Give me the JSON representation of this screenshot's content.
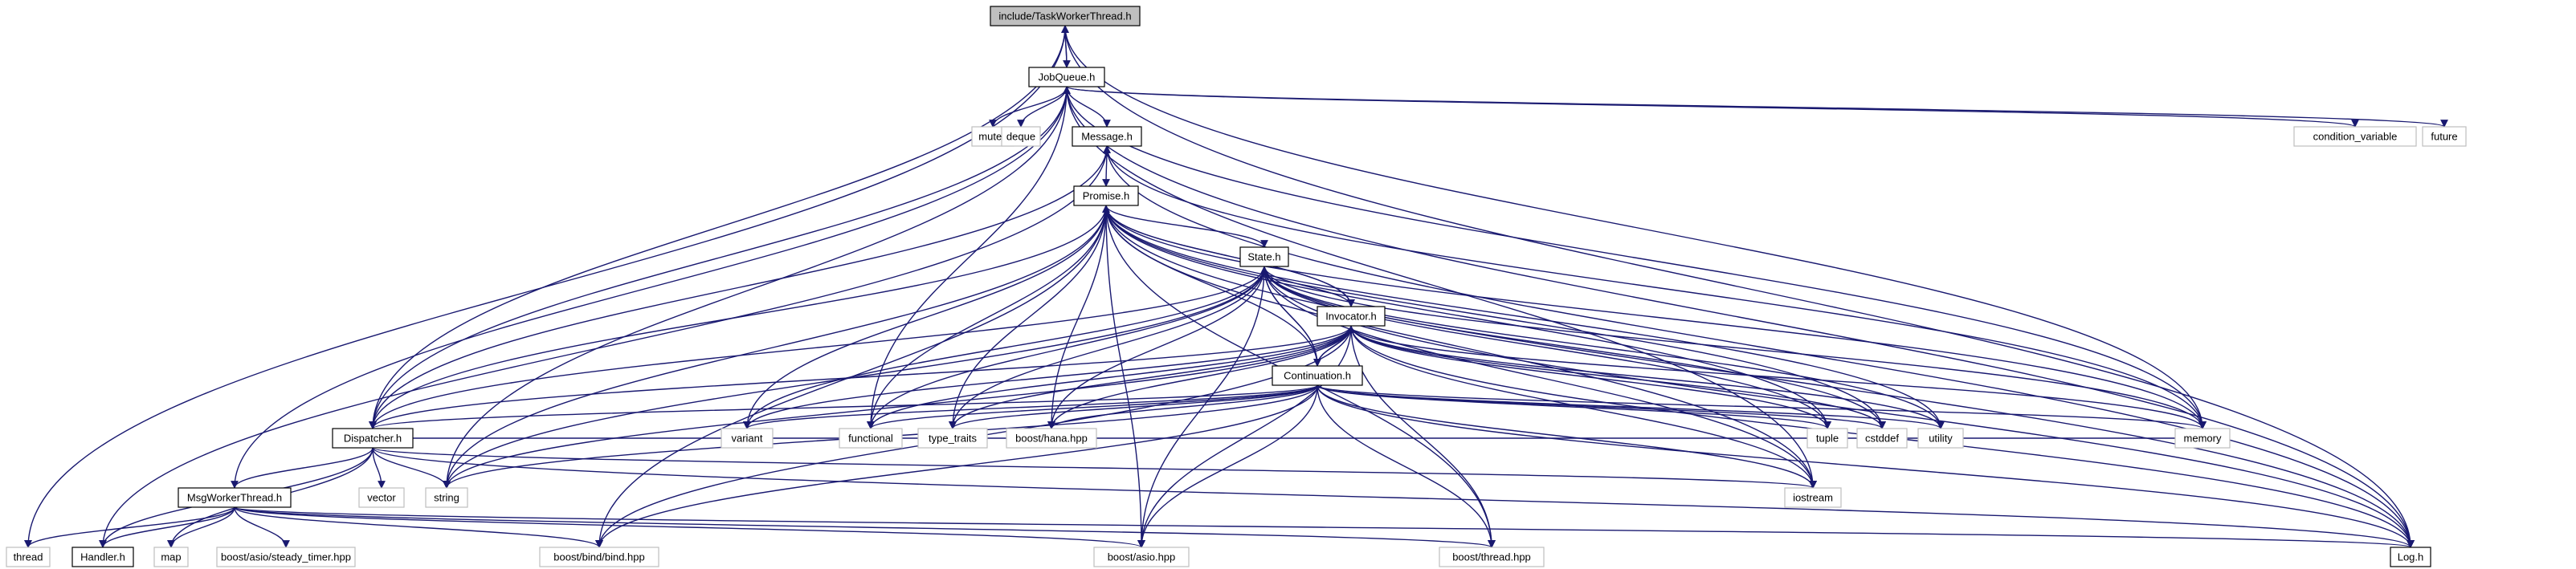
{
  "nodes": [
    {
      "id": "taskworker",
      "label": "include/TaskWorkerThread.h",
      "kind": "root"
    },
    {
      "id": "jobqueue",
      "label": "JobQueue.h",
      "kind": "doc"
    },
    {
      "id": "message",
      "label": "Message.h",
      "kind": "doc"
    },
    {
      "id": "promise",
      "label": "Promise.h",
      "kind": "doc"
    },
    {
      "id": "state",
      "label": "State.h",
      "kind": "doc"
    },
    {
      "id": "invocator",
      "label": "Invocator.h",
      "kind": "doc"
    },
    {
      "id": "continuation",
      "label": "Continuation.h",
      "kind": "doc"
    },
    {
      "id": "dispatcher",
      "label": "Dispatcher.h",
      "kind": "doc"
    },
    {
      "id": "msgworker",
      "label": "MsgWorkerThread.h",
      "kind": "doc"
    },
    {
      "id": "handler",
      "label": "Handler.h",
      "kind": "doc"
    },
    {
      "id": "log",
      "label": "Log.h",
      "kind": "doc"
    },
    {
      "id": "thread",
      "label": "thread",
      "kind": "ext"
    },
    {
      "id": "mutex",
      "label": "mutex",
      "kind": "ext"
    },
    {
      "id": "deque",
      "label": "deque",
      "kind": "ext"
    },
    {
      "id": "condvar",
      "label": "condition_variable",
      "kind": "ext"
    },
    {
      "id": "future",
      "label": "future",
      "kind": "ext"
    },
    {
      "id": "memory",
      "label": "memory",
      "kind": "ext"
    },
    {
      "id": "functional",
      "label": "functional",
      "kind": "ext"
    },
    {
      "id": "typetraits",
      "label": "type_traits",
      "kind": "ext"
    },
    {
      "id": "hana",
      "label": "boost/hana.hpp",
      "kind": "ext"
    },
    {
      "id": "variant",
      "label": "variant",
      "kind": "ext"
    },
    {
      "id": "tuple",
      "label": "tuple",
      "kind": "ext"
    },
    {
      "id": "cstddef",
      "label": "cstddef",
      "kind": "ext"
    },
    {
      "id": "utility",
      "label": "utility",
      "kind": "ext"
    },
    {
      "id": "string",
      "label": "string",
      "kind": "ext"
    },
    {
      "id": "iostream",
      "label": "iostream",
      "kind": "ext"
    },
    {
      "id": "vector",
      "label": "vector",
      "kind": "ext"
    },
    {
      "id": "map",
      "label": "map",
      "kind": "ext"
    },
    {
      "id": "steadytimer",
      "label": "boost/asio/steady_timer.hpp",
      "kind": "ext"
    },
    {
      "id": "bind",
      "label": "boost/bind/bind.hpp",
      "kind": "ext"
    },
    {
      "id": "asio",
      "label": "boost/asio.hpp",
      "kind": "ext"
    },
    {
      "id": "boostthread",
      "label": "boost/thread.hpp",
      "kind": "ext"
    }
  ],
  "edges": [
    [
      "taskworker",
      "jobqueue"
    ],
    [
      "taskworker",
      "thread"
    ],
    [
      "taskworker",
      "memory"
    ],
    [
      "taskworker",
      "log"
    ],
    [
      "jobqueue",
      "taskworker"
    ],
    [
      "jobqueue",
      "mutex"
    ],
    [
      "jobqueue",
      "deque"
    ],
    [
      "jobqueue",
      "message"
    ],
    [
      "jobqueue",
      "condvar"
    ],
    [
      "jobqueue",
      "future"
    ],
    [
      "jobqueue",
      "functional"
    ],
    [
      "jobqueue",
      "memory"
    ],
    [
      "jobqueue",
      "string"
    ],
    [
      "jobqueue",
      "iostream"
    ],
    [
      "jobqueue",
      "log"
    ],
    [
      "message",
      "promise"
    ],
    [
      "message",
      "memory"
    ],
    [
      "message",
      "log"
    ],
    [
      "promise",
      "state"
    ],
    [
      "promise",
      "invocator"
    ],
    [
      "promise",
      "dispatcher"
    ],
    [
      "promise",
      "functional"
    ],
    [
      "promise",
      "typetraits"
    ],
    [
      "promise",
      "hana"
    ],
    [
      "promise",
      "variant"
    ],
    [
      "promise",
      "tuple"
    ],
    [
      "promise",
      "cstddef"
    ],
    [
      "promise",
      "utility"
    ],
    [
      "promise",
      "string"
    ],
    [
      "promise",
      "iostream"
    ],
    [
      "promise",
      "memory"
    ],
    [
      "promise",
      "bind"
    ],
    [
      "promise",
      "asio"
    ],
    [
      "promise",
      "boostthread"
    ],
    [
      "promise",
      "log"
    ],
    [
      "state",
      "invocator"
    ],
    [
      "state",
      "continuation"
    ],
    [
      "state",
      "dispatcher"
    ],
    [
      "state",
      "variant"
    ],
    [
      "state",
      "functional"
    ],
    [
      "state",
      "typetraits"
    ],
    [
      "state",
      "hana"
    ],
    [
      "state",
      "tuple"
    ],
    [
      "state",
      "cstddef"
    ],
    [
      "state",
      "utility"
    ],
    [
      "state",
      "string"
    ],
    [
      "state",
      "iostream"
    ],
    [
      "state",
      "memory"
    ],
    [
      "state",
      "asio"
    ],
    [
      "state",
      "log"
    ],
    [
      "invocator",
      "continuation"
    ],
    [
      "invocator",
      "promise"
    ],
    [
      "invocator",
      "dispatcher"
    ],
    [
      "invocator",
      "variant"
    ],
    [
      "invocator",
      "functional"
    ],
    [
      "invocator",
      "typetraits"
    ],
    [
      "invocator",
      "hana"
    ],
    [
      "invocator",
      "tuple"
    ],
    [
      "invocator",
      "cstddef"
    ],
    [
      "invocator",
      "utility"
    ],
    [
      "invocator",
      "string"
    ],
    [
      "invocator",
      "iostream"
    ],
    [
      "invocator",
      "memory"
    ],
    [
      "invocator",
      "bind"
    ],
    [
      "invocator",
      "asio"
    ],
    [
      "invocator",
      "boostthread"
    ],
    [
      "invocator",
      "log"
    ],
    [
      "continuation",
      "state"
    ],
    [
      "continuation",
      "invocator"
    ],
    [
      "continuation",
      "promise"
    ],
    [
      "continuation",
      "dispatcher"
    ],
    [
      "continuation",
      "variant"
    ],
    [
      "continuation",
      "functional"
    ],
    [
      "continuation",
      "typetraits"
    ],
    [
      "continuation",
      "hana"
    ],
    [
      "continuation",
      "tuple"
    ],
    [
      "continuation",
      "cstddef"
    ],
    [
      "continuation",
      "utility"
    ],
    [
      "continuation",
      "string"
    ],
    [
      "continuation",
      "iostream"
    ],
    [
      "continuation",
      "memory"
    ],
    [
      "continuation",
      "bind"
    ],
    [
      "continuation",
      "asio"
    ],
    [
      "continuation",
      "boostthread"
    ],
    [
      "continuation",
      "log"
    ],
    [
      "dispatcher",
      "jobqueue"
    ],
    [
      "dispatcher",
      "message"
    ],
    [
      "dispatcher",
      "taskworker"
    ],
    [
      "dispatcher",
      "msgworker"
    ],
    [
      "dispatcher",
      "handler"
    ],
    [
      "dispatcher",
      "vector"
    ],
    [
      "dispatcher",
      "string"
    ],
    [
      "dispatcher",
      "map"
    ],
    [
      "dispatcher",
      "iostream"
    ],
    [
      "dispatcher",
      "memory"
    ],
    [
      "dispatcher",
      "log"
    ],
    [
      "msgworker",
      "jobqueue"
    ],
    [
      "msgworker",
      "handler"
    ],
    [
      "msgworker",
      "thread"
    ],
    [
      "msgworker",
      "map"
    ],
    [
      "msgworker",
      "steadytimer"
    ],
    [
      "msgworker",
      "bind"
    ],
    [
      "msgworker",
      "asio"
    ],
    [
      "msgworker",
      "boostthread"
    ],
    [
      "msgworker",
      "log"
    ],
    [
      "handler",
      "message"
    ]
  ]
}
